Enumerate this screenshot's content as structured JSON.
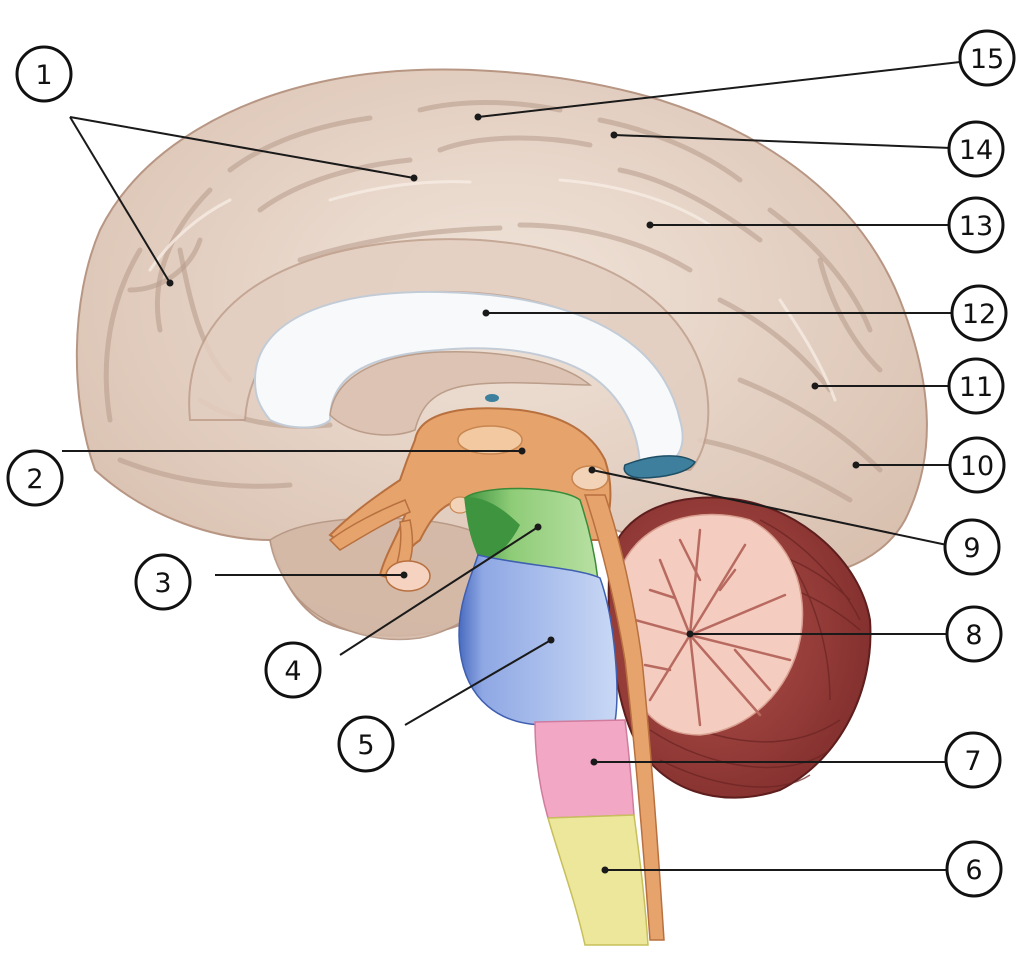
{
  "diagram": {
    "labels": [
      {
        "id": 1,
        "text": "1"
      },
      {
        "id": 2,
        "text": "2"
      },
      {
        "id": 3,
        "text": "3"
      },
      {
        "id": 4,
        "text": "4"
      },
      {
        "id": 5,
        "text": "5"
      },
      {
        "id": 6,
        "text": "6"
      },
      {
        "id": 7,
        "text": "7"
      },
      {
        "id": 8,
        "text": "8"
      },
      {
        "id": 9,
        "text": "9"
      },
      {
        "id": 10,
        "text": "10"
      },
      {
        "id": 11,
        "text": "11"
      },
      {
        "id": 12,
        "text": "12"
      },
      {
        "id": 13,
        "text": "13"
      },
      {
        "id": 14,
        "text": "14"
      },
      {
        "id": 15,
        "text": "15"
      }
    ],
    "colors": {
      "cortex": "#e7d6ca",
      "cortex_shadow": "#c9ab98",
      "corpus_callosum": "#f7f9fb",
      "diencephalon": "#e6a36c",
      "midbrain": "#a9d891",
      "midbrain_dark": "#4a9c48",
      "pons": "#bcd0f2",
      "pons_dark": "#4a6cc0",
      "medulla_upper": "#f2a8c4",
      "medulla_lower": "#ece79a",
      "cerebellum": "#9b3f3a",
      "arbor_vitae": "#f4cdc0",
      "ventricle": "#3d7f9c"
    }
  }
}
